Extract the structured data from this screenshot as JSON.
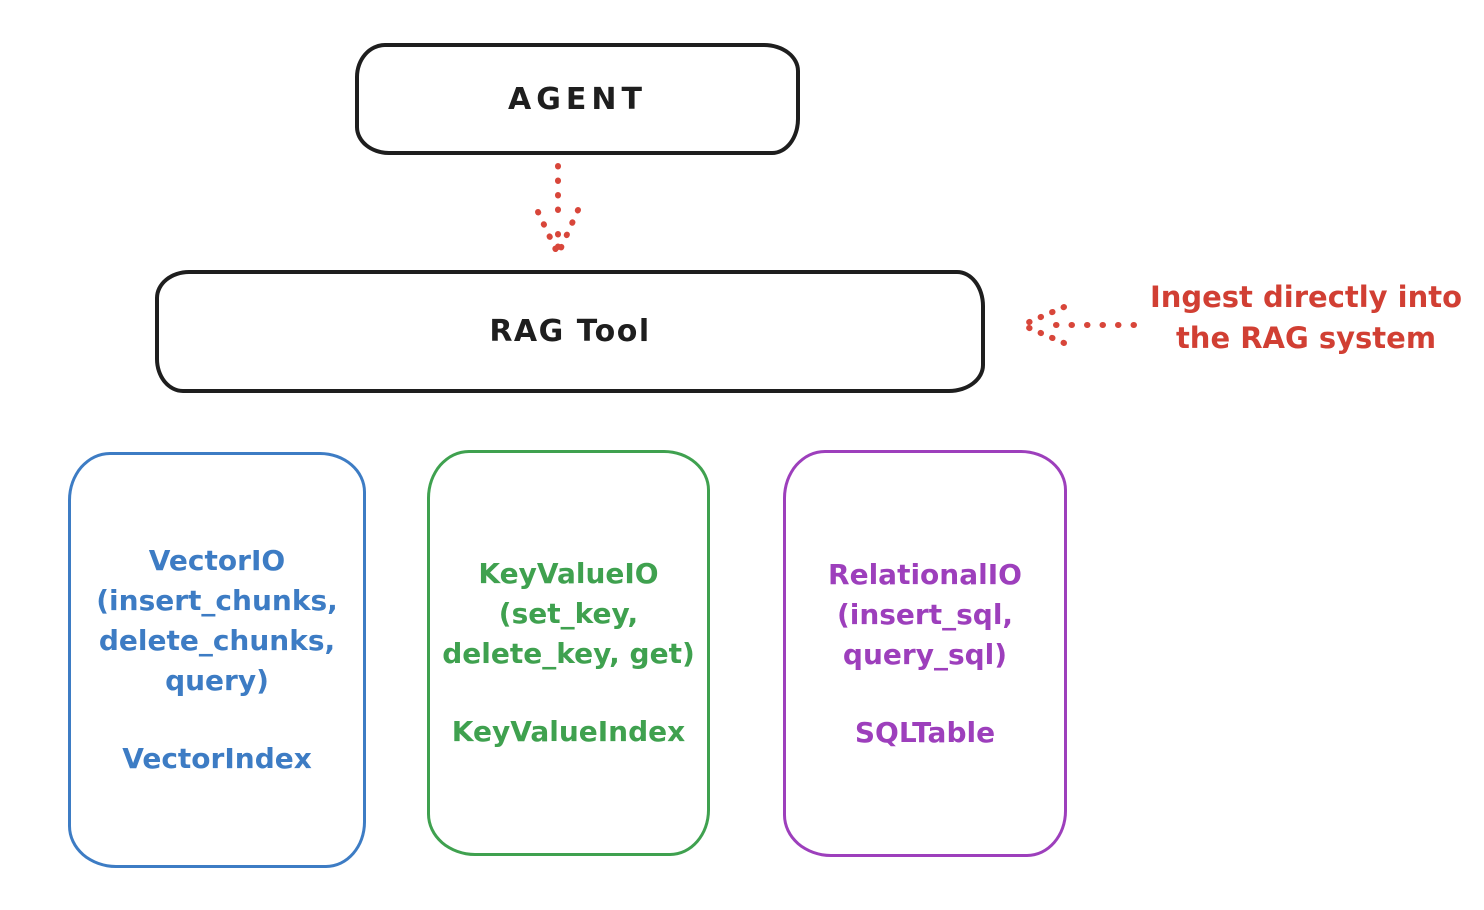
{
  "colors": {
    "ink": "#1e1e1e",
    "red": "#d13f33",
    "blue": "#3d7cc4",
    "green": "#3fa14f",
    "purple": "#9d3fbc",
    "background": "#ffffff"
  },
  "nodes": {
    "agent": {
      "label": "AGENT"
    },
    "rag_tool": {
      "label": "RAG Tool"
    },
    "vector": {
      "line1": "VectorIO",
      "line2": "(insert_chunks,",
      "line3": "delete_chunks,",
      "line4": "query)",
      "index": "VectorIndex",
      "color": "#3d7cc4"
    },
    "keyvalue": {
      "line1": "KeyValueIO",
      "line2": "(set_key,",
      "line3": "delete_key, get)",
      "index": "KeyValueIndex",
      "color": "#3fa14f"
    },
    "relational": {
      "line1": "RelationalIO",
      "line2": "(insert_sql,",
      "line3": "query_sql)",
      "index": "SQLTable",
      "color": "#9d3fbc"
    }
  },
  "edges": {
    "agent_to_rag": {
      "style": "dotted",
      "color": "#d13f33",
      "direction": "down"
    },
    "annotation_to_rag": {
      "style": "dotted",
      "color": "#d13f33",
      "direction": "left"
    }
  },
  "annotation": {
    "line1": "Ingest directly into",
    "line2": "the RAG system",
    "color": "#d13f33"
  }
}
